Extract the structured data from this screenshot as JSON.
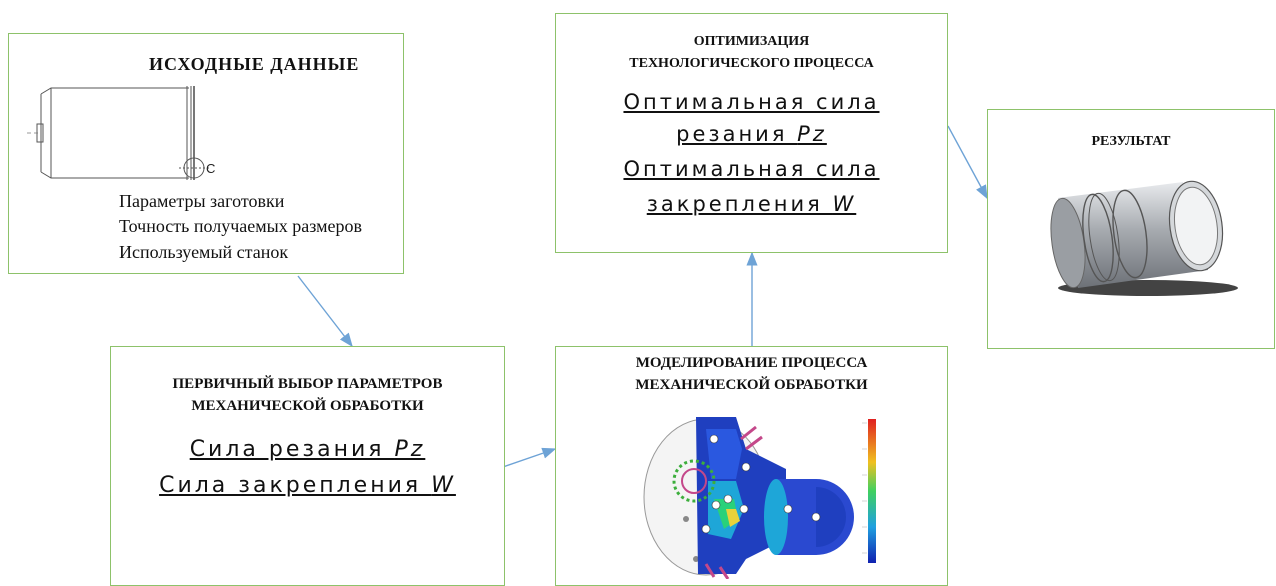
{
  "boxes": {
    "source": {
      "title": "ИСХОДНЫЕ ДАННЫЕ",
      "drawing_label": "C",
      "items": [
        "Параметры заготовки",
        "Точность получаемых размеров",
        "Используемый станок"
      ]
    },
    "primary": {
      "title_line1": "ПЕРВИЧНЫЙ ВЫБОР ПАРАМЕТРОВ",
      "title_line2": "МЕХАНИЧЕСКОЙ ОБРАБОТКИ",
      "line1_text": "Сила резания ",
      "line1_symbol": "Pz",
      "line2_text": "Сила закрепления ",
      "line2_symbol": "W"
    },
    "modeling": {
      "title_line1": "МОДЕЛИРОВАНИЕ ПРОЦЕССА",
      "title_line2": "МЕХАНИЧЕСКОЙ ОБРАБОТКИ"
    },
    "optimization": {
      "title_line1": "ОПТИМИЗАЦИЯ",
      "title_line2": "ТЕХНОЛОГИЧЕСКОГО ПРОЦЕССА",
      "line1": "Оптимальная сила",
      "line2_text": "резания ",
      "line2_symbol": "Pz",
      "line3": "Оптимальная сила",
      "line4_text": "закрепления ",
      "line4_symbol": "W"
    },
    "result": {
      "title": "РЕЗУЛЬТАТ"
    }
  },
  "colors": {
    "box_border": "#8dc26a",
    "arrow": "#6ea3d6",
    "part_gray": "#bfc3c8",
    "fea_blue": "#1f3fbf"
  }
}
